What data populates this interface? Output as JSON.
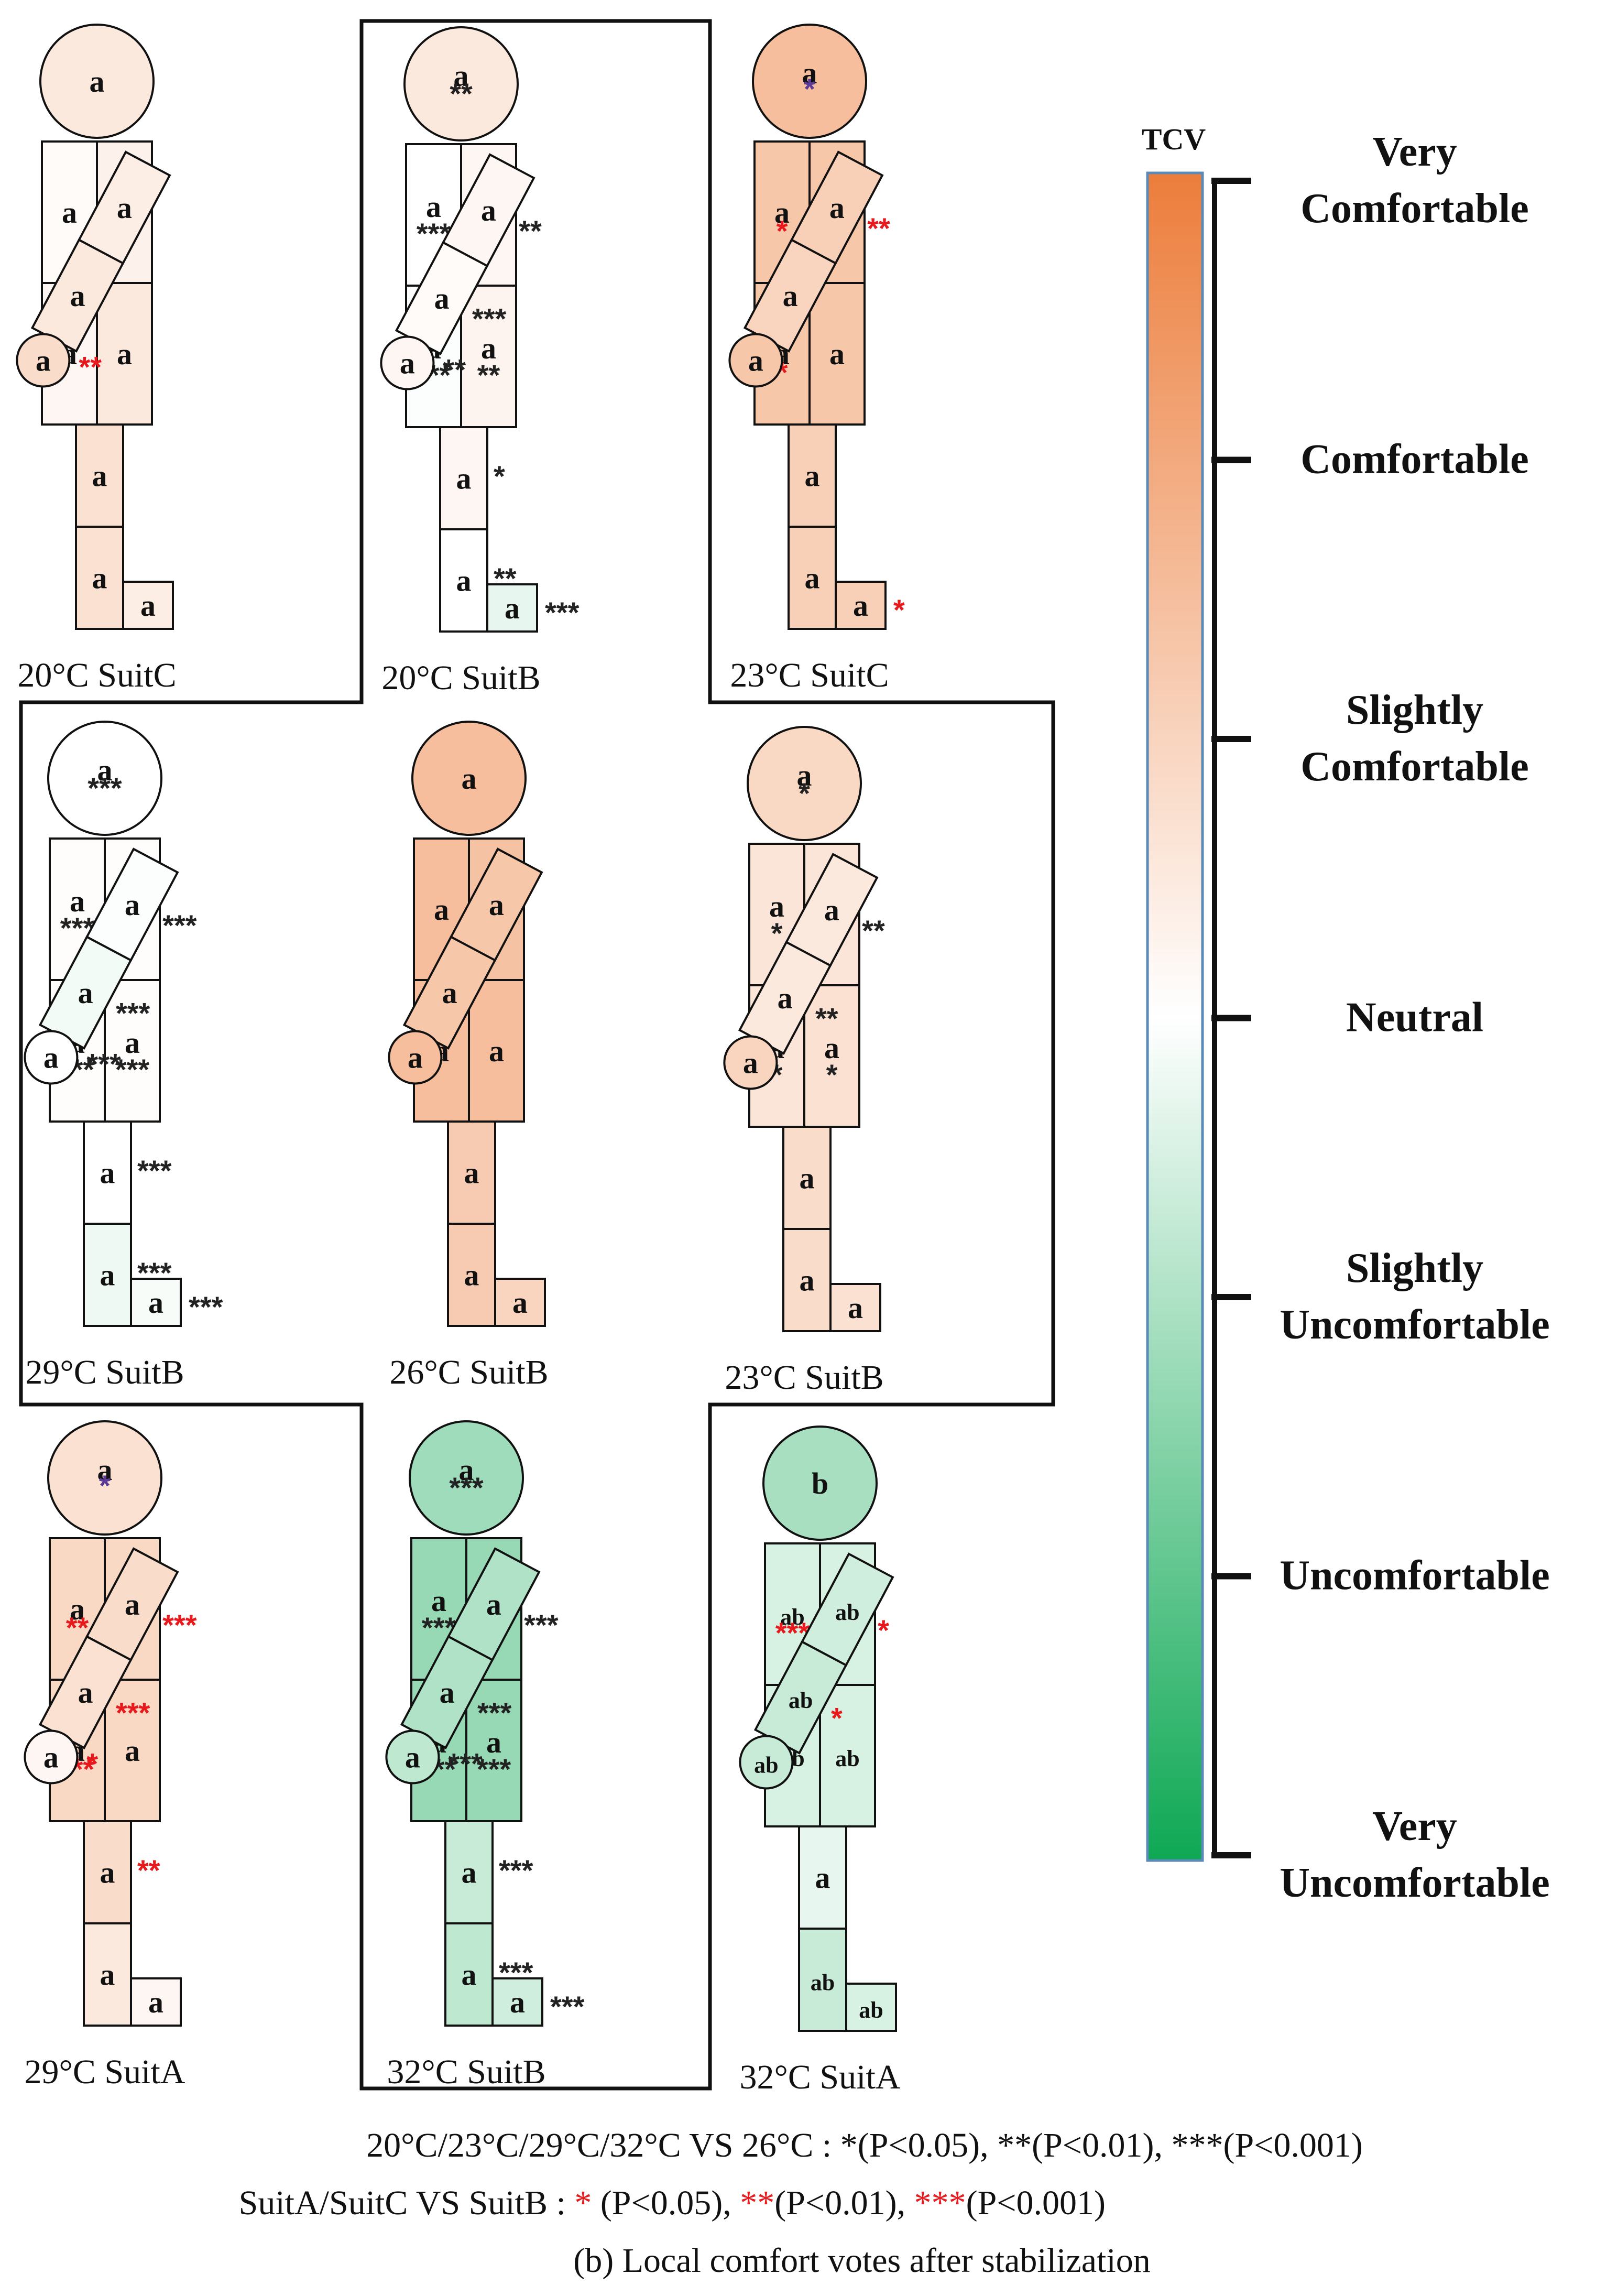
{
  "title": "(b) Local comfort votes after stabilization",
  "notes": {
    "line1": "20°C/23°C/29°C/32°C VS 26°C : *(P<0.05), **(P<0.01), ***(P<0.001)",
    "line2_prefix": "SuitA/SuitC VS SuitB : ",
    "line2_s1": "*",
    "line2_t1": " (P<0.05), ",
    "line2_s2": "**",
    "line2_t2": "(P<0.01), ",
    "line2_s3": "***",
    "line2_t3": "(P<0.001)"
  },
  "legend": {
    "title": "TCV",
    "levels": [
      {
        "lines": [
          "Very",
          "Comfortable"
        ],
        "value": 3
      },
      {
        "lines": [
          "Comfortable"
        ],
        "value": 2
      },
      {
        "lines": [
          "Slightly",
          "Comfortable"
        ],
        "value": 1
      },
      {
        "lines": [
          "Neutral"
        ],
        "value": 0
      },
      {
        "lines": [
          "Slightly",
          "Uncomfortable"
        ],
        "value": -1
      },
      {
        "lines": [
          "Uncomfortable"
        ],
        "value": -2
      },
      {
        "lines": [
          "Very",
          "Uncomfortable"
        ],
        "value": -3
      }
    ],
    "colors": {
      "comfortable": "#ec7d3b",
      "neutral": "#ffffff",
      "uncomfortable": "#0ea854"
    }
  },
  "star_colors": {
    "vs26": "#222222",
    "vsSuitB": "#e8191d",
    "purple": "#5b3a9a"
  },
  "chart_data": {
    "type": "body-map",
    "scale": "TCV from -3 (Very Uncomfortable) to 3 (Very Comfortable)",
    "body_parts": [
      "head",
      "chest_left",
      "chest_right",
      "abdomen_left",
      "abdomen_right",
      "upper_arm",
      "forearm",
      "hand",
      "thigh",
      "calf",
      "foot"
    ],
    "figures": [
      {
        "caption": "20°C SuitC",
        "tcv": {
          "head": 0.5,
          "chest_left": 0.1,
          "chest_right": 0.3,
          "abdomen_left": 0.2,
          "abdomen_right": 0.5,
          "upper_arm": 0.4,
          "forearm": 0.5,
          "hand": 0.8,
          "thigh": 0.7,
          "calf": 0.7,
          "foot": 0.4
        },
        "labels": {
          "head": "a",
          "chest_left": "a",
          "chest_right": "a",
          "abdomen_left": "a",
          "abdomen_right": "a",
          "upper_arm": "a",
          "forearm": "a",
          "hand": "a",
          "thigh": "a",
          "calf": "a",
          "foot": "a"
        },
        "stars": {
          "hand": [
            "",
            "**"
          ]
        }
      },
      {
        "caption": "20°C SuitB",
        "tcv": {
          "head": 0.5,
          "chest_left": 0.0,
          "chest_right": 0.2,
          "abdomen_left": -0.05,
          "abdomen_right": 0.25,
          "upper_arm": 0.2,
          "forearm": 0.1,
          "hand": 0.2,
          "thigh": 0.2,
          "calf": 0.0,
          "foot": -0.3
        },
        "labels": {
          "head": "a",
          "chest_left": "a",
          "chest_right": "a",
          "abdomen_left": "a",
          "abdomen_right": "a",
          "upper_arm": "a",
          "forearm": "a",
          "hand": "a",
          "thigh": "a",
          "calf": "a",
          "foot": "a"
        },
        "stars": {
          "head": [
            "**",
            ""
          ],
          "chest_left": [
            "***",
            ""
          ],
          "chest_right": [
            "***",
            ""
          ],
          "abdomen_left": [
            "***",
            ""
          ],
          "abdomen_right": [
            "**",
            ""
          ],
          "upper_arm": [
            "**",
            ""
          ],
          "forearm": [
            "***",
            ""
          ],
          "hand": [
            "**",
            ""
          ],
          "thigh": [
            "*",
            ""
          ],
          "calf": [
            "**",
            ""
          ],
          "foot": [
            "***",
            ""
          ]
        }
      },
      {
        "caption": "23°C SuitC",
        "tcv": {
          "head": 1.5,
          "chest_left": 1.3,
          "chest_right": 1.3,
          "abdomen_left": 1.3,
          "abdomen_right": 1.3,
          "upper_arm": 1.1,
          "forearm": 1.0,
          "hand": 1.3,
          "thigh": 1.1,
          "calf": 1.1,
          "foot": 1.1
        },
        "labels": {
          "head": "a",
          "chest_left": "a",
          "chest_right": "a",
          "abdomen_left": "a",
          "abdomen_right": "a",
          "upper_arm": "a",
          "forearm": "a",
          "hand": "a",
          "thigh": "a",
          "calf": "a",
          "foot": "a"
        },
        "stars": {
          "head": [
            "",
            "",
            "*"
          ],
          "chest_left": [
            "",
            "*"
          ],
          "abdomen_left": [
            "",
            "*"
          ],
          "upper_arm": [
            "",
            "**"
          ],
          "foot": [
            "",
            "*"
          ]
        }
      },
      {
        "caption": "29°C SuitB",
        "tcv": {
          "head": 0.0,
          "chest_left": 0.05,
          "chest_right": 0.05,
          "abdomen_left": 0.05,
          "abdomen_right": 0.05,
          "upper_arm": -0.05,
          "forearm": -0.15,
          "hand": 0.0,
          "thigh": 0.0,
          "calf": -0.2,
          "foot": -0.1
        },
        "labels": {
          "head": "a",
          "chest_left": "a",
          "chest_right": "a",
          "abdomen_left": "a",
          "abdomen_right": "a",
          "upper_arm": "a",
          "forearm": "a",
          "hand": "a",
          "thigh": "a",
          "calf": "a",
          "foot": "a"
        },
        "stars": {
          "head": [
            "***",
            ""
          ],
          "chest_left": [
            "***",
            ""
          ],
          "chest_right": [
            "***",
            ""
          ],
          "abdomen_left": [
            "***",
            ""
          ],
          "abdomen_right": [
            "***",
            ""
          ],
          "upper_arm": [
            "***",
            ""
          ],
          "forearm": [
            "***",
            ""
          ],
          "hand": [
            "***",
            ""
          ],
          "thigh": [
            "***",
            ""
          ],
          "calf": [
            "***",
            ""
          ],
          "foot": [
            "***",
            ""
          ]
        }
      },
      {
        "caption": "26°C SuitB",
        "tcv": {
          "head": 1.5,
          "chest_left": 1.5,
          "chest_right": 1.4,
          "abdomen_left": 1.5,
          "abdomen_right": 1.5,
          "upper_arm": 1.3,
          "forearm": 1.3,
          "hand": 1.5,
          "thigh": 1.2,
          "calf": 1.2,
          "foot": 1.0
        },
        "labels": {
          "head": "a",
          "chest_left": "a",
          "chest_right": "a",
          "abdomen_left": "a",
          "abdomen_right": "a",
          "upper_arm": "a",
          "forearm": "a",
          "hand": "a",
          "thigh": "a",
          "calf": "a",
          "foot": "a"
        },
        "stars": {}
      },
      {
        "caption": "23°C SuitB",
        "tcv": {
          "head": 0.9,
          "chest_left": 0.6,
          "chest_right": 0.6,
          "abdomen_left": 0.6,
          "abdomen_right": 0.7,
          "upper_arm": 0.5,
          "forearm": 0.5,
          "hand": 1.0,
          "thigh": 0.8,
          "calf": 0.8,
          "foot": 0.7
        },
        "labels": {
          "head": "a",
          "chest_left": "a",
          "chest_right": "a",
          "abdomen_left": "a",
          "abdomen_right": "a",
          "upper_arm": "a",
          "forearm": "a",
          "hand": "a",
          "thigh": "a",
          "calf": "a",
          "foot": "a"
        },
        "stars": {
          "head": [
            "*",
            ""
          ],
          "chest_left": [
            "*",
            ""
          ],
          "abdomen_left": [
            "*",
            ""
          ],
          "abdomen_right": [
            "*",
            ""
          ],
          "upper_arm": [
            "**",
            ""
          ],
          "forearm": [
            "**",
            ""
          ]
        }
      },
      {
        "caption": "29°C SuitA",
        "tcv": {
          "head": 0.7,
          "chest_left": 0.9,
          "chest_right": 0.9,
          "abdomen_left": 0.9,
          "abdomen_right": 0.9,
          "upper_arm": 0.8,
          "forearm": 0.7,
          "hand": 0.2,
          "thigh": 0.8,
          "calf": 0.5,
          "foot": 0.2
        },
        "labels": {
          "head": "a",
          "chest_left": "a",
          "chest_right": "a",
          "abdomen_left": "a",
          "abdomen_right": "a",
          "upper_arm": "a",
          "forearm": "a",
          "hand": "a",
          "thigh": "a",
          "calf": "a",
          "foot": "a"
        },
        "stars": {
          "head": [
            "",
            "",
            "*"
          ],
          "chest_left": [
            "",
            "**"
          ],
          "chest_right": [
            "",
            "*"
          ],
          "abdomen_left": [
            "",
            "***"
          ],
          "upper_arm": [
            "",
            "***"
          ],
          "forearm": [
            "",
            "***"
          ],
          "hand": [
            "",
            "*"
          ],
          "thigh": [
            "",
            "**"
          ]
        }
      },
      {
        "caption": "32°C SuitB",
        "tcv": {
          "head": -1.2,
          "chest_left": -1.3,
          "chest_right": -1.3,
          "abdomen_left": -1.3,
          "abdomen_right": -1.3,
          "upper_arm": -1.0,
          "forearm": -1.0,
          "hand": -0.8,
          "thigh": -0.7,
          "calf": -0.8,
          "foot": -0.6
        },
        "labels": {
          "head": "a",
          "chest_left": "a",
          "chest_right": "a",
          "abdomen_left": "a",
          "abdomen_right": "a",
          "upper_arm": "a",
          "forearm": "a",
          "hand": "a",
          "thigh": "a",
          "calf": "a",
          "foot": "a"
        },
        "stars": {
          "head": [
            "***",
            ""
          ],
          "chest_left": [
            "***",
            ""
          ],
          "chest_right": [
            "***",
            ""
          ],
          "abdomen_left": [
            "***",
            ""
          ],
          "abdomen_right": [
            "***",
            ""
          ],
          "upper_arm": [
            "***",
            ""
          ],
          "forearm": [
            "***",
            ""
          ],
          "hand": [
            "***",
            ""
          ],
          "thigh": [
            "***",
            ""
          ],
          "calf": [
            "***",
            ""
          ],
          "foot": [
            "***",
            ""
          ]
        }
      },
      {
        "caption": "32°C SuitA",
        "tcv": {
          "head": -1.1,
          "chest_left": -0.5,
          "chest_right": -0.5,
          "abdomen_left": -0.5,
          "abdomen_right": -0.5,
          "upper_arm": -0.6,
          "forearm": -0.7,
          "hand": -0.7,
          "thigh": -0.3,
          "calf": -0.7,
          "foot": -0.5
        },
        "labels": {
          "head": "b",
          "chest_left": "ab",
          "chest_right": "ab",
          "abdomen_left": "ab",
          "abdomen_right": "ab",
          "upper_arm": "ab",
          "forearm": "ab",
          "hand": "ab",
          "thigh": "a",
          "calf": "ab",
          "foot": "ab"
        },
        "stars": {
          "chest_left": [
            "",
            "***"
          ],
          "chest_right": [
            "",
            "*"
          ],
          "upper_arm": [
            "",
            "*"
          ],
          "forearm": [
            "",
            "*"
          ]
        }
      }
    ]
  }
}
